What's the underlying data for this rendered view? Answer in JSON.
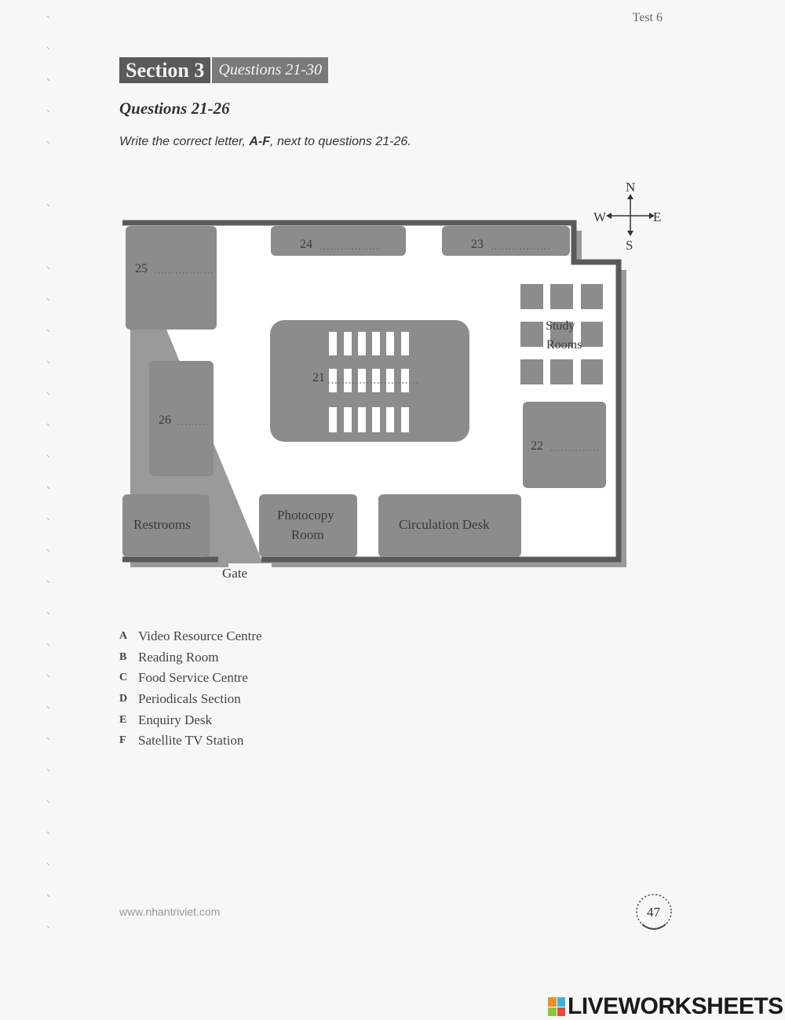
{
  "header": {
    "test_label": "Test 6"
  },
  "section": {
    "title": "Section 3",
    "subtitle": "Questions 21-30"
  },
  "questions_heading": "Questions 21-26",
  "instructions": {
    "prefix": "Write the correct letter, ",
    "letters": "A-F",
    "suffix": ", next to questions 21-26."
  },
  "map": {
    "compass": {
      "n": "N",
      "s": "S",
      "e": "E",
      "w": "W"
    },
    "slots": {
      "q21": "21",
      "q22": "22",
      "q23": "23",
      "q24": "24",
      "q25": "25",
      "q26": "26"
    },
    "rooms": {
      "study_line1": "Study",
      "study_line2": "Rooms",
      "restrooms": "Restrooms",
      "photocopy_line1": "Photocopy",
      "photocopy_line2": "Room",
      "circulation": "Circulation Desk",
      "gate": "Gate"
    }
  },
  "options": [
    {
      "letter": "A",
      "text": "Video Resource Centre"
    },
    {
      "letter": "B",
      "text": "Reading Room"
    },
    {
      "letter": "C",
      "text": "Food Service Centre"
    },
    {
      "letter": "D",
      "text": "Periodicals Section"
    },
    {
      "letter": "E",
      "text": "Enquiry Desk"
    },
    {
      "letter": "F",
      "text": "Satellite TV Station"
    }
  ],
  "footer": {
    "url": "www.nhantriviet.com",
    "page_number": "47"
  },
  "brand": {
    "name": "LIVEWORKSHEETS"
  },
  "colors": {
    "room_fill": "#8c8c8c",
    "wall": "#5a5a5a",
    "floor": "#ffffff"
  }
}
